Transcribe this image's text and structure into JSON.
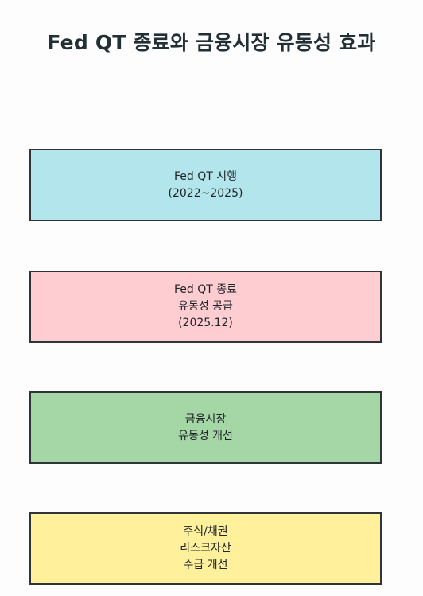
{
  "title": "Fed QT 종료와 금융시장 유동성 효과",
  "boxes": [
    {
      "lines": [
        "Fed QT 시행",
        "(2022~2025)"
      ],
      "color": "#b3e5ec"
    },
    {
      "lines": [
        "Fed QT 종료",
        "유동성 공급",
        "(2025.12)"
      ],
      "color": "#fecdd2"
    },
    {
      "lines": [
        "금융시장",
        "유동성 개선"
      ],
      "color": "#a5d6a6"
    },
    {
      "lines": [
        "주식/채권",
        "리스크자산",
        "수급 개선"
      ],
      "color": "#fff09c"
    }
  ]
}
